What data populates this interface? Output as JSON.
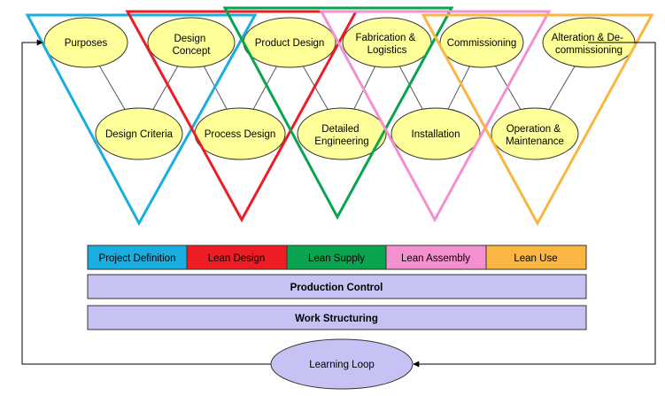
{
  "colors": {
    "ellipse_fill": "#ffff99",
    "project_definition": "#1aaee0",
    "lean_design": "#ee1c25",
    "lean_supply": "#0aa34f",
    "lean_assembly": "#f48fd0",
    "lean_use": "#f9b642",
    "control_bar": "#c6c3f4",
    "learning_loop_fill": "#c6c3f4",
    "connector": "#555555",
    "outline": "#333333"
  },
  "nodes": {
    "purposes": "Purposes",
    "design_concept": [
      "Design",
      "Concept"
    ],
    "product_design": "Product Design",
    "fabrication_logistics": [
      "Fabrication &",
      "Logistics"
    ],
    "commissioning": "Commissioning",
    "alteration_decommissioning": [
      "Alteration & De-",
      "commissioning"
    ],
    "design_criteria": "Design Criteria",
    "process_design": "Process Design",
    "detailed_engineering": [
      "Detailed",
      "Engineering"
    ],
    "installation": "Installation",
    "operation_maintenance": [
      "Operation &",
      "Maintenance"
    ]
  },
  "phases": [
    {
      "label": "Project Definition",
      "color": "#1aaee0"
    },
    {
      "label": "Lean Design",
      "color": "#ee1c25"
    },
    {
      "label": "Lean Supply",
      "color": "#0aa34f"
    },
    {
      "label": "Lean Assembly",
      "color": "#f48fd0"
    },
    {
      "label": "Lean Use",
      "color": "#f9b642"
    }
  ],
  "bars": {
    "production_control": "Production Control",
    "work_structuring": "Work Structuring"
  },
  "learning_loop": "Learning Loop"
}
